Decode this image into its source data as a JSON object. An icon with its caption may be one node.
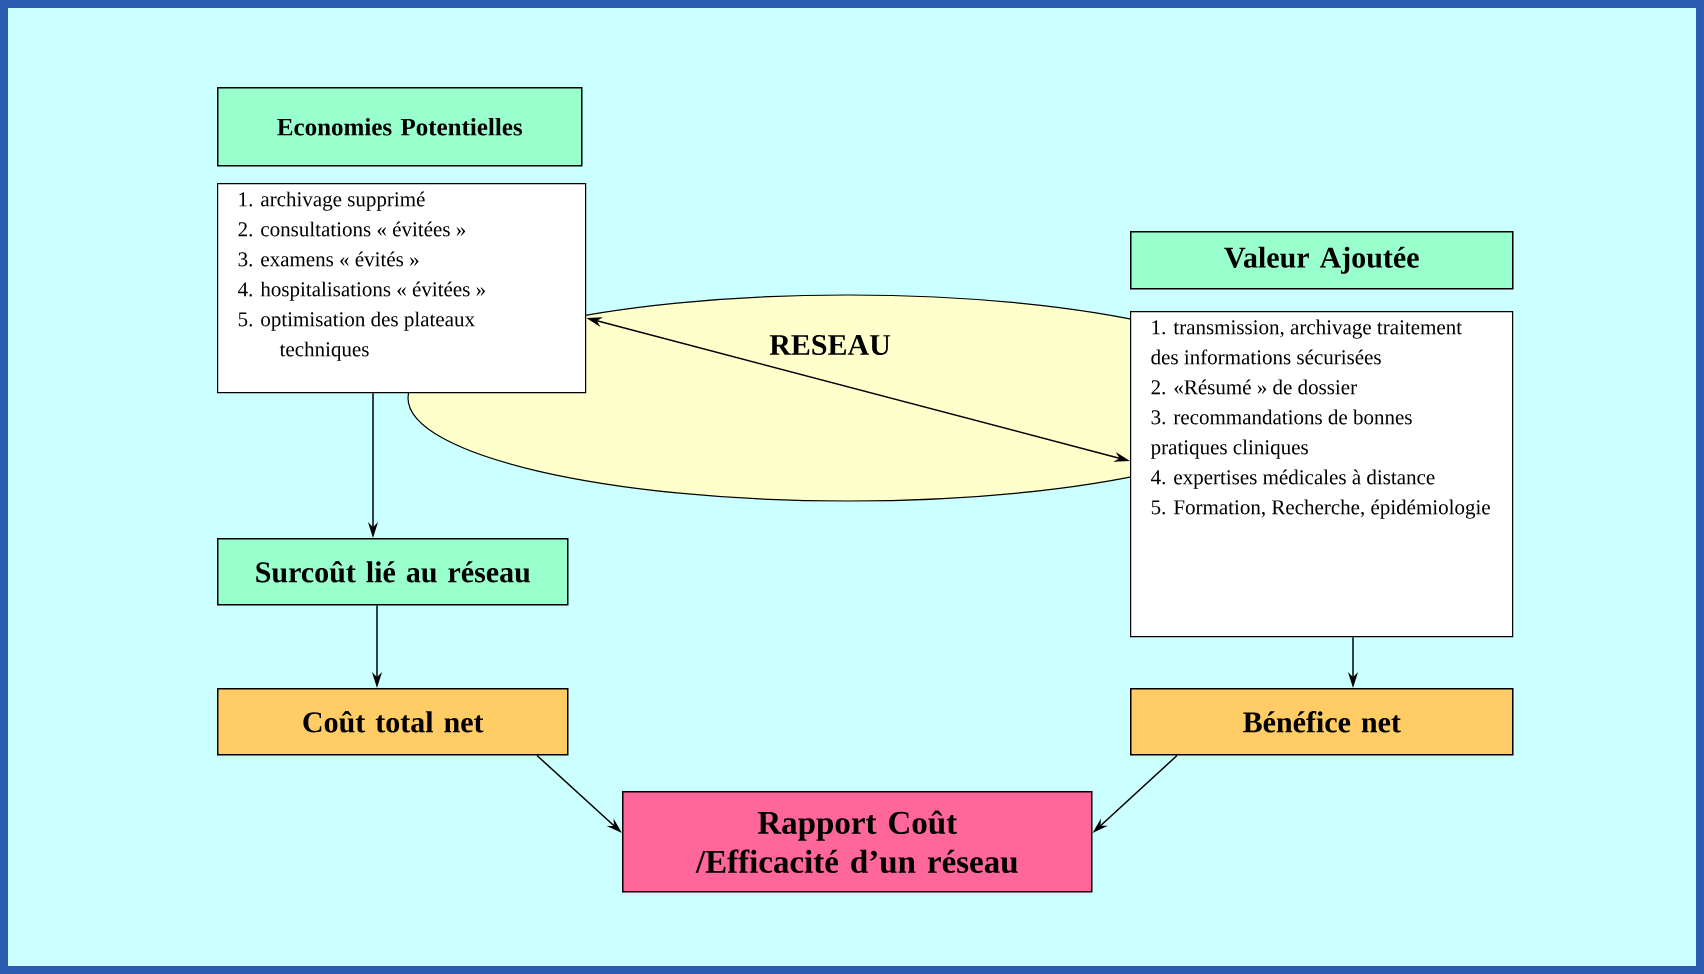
{
  "diagram": {
    "nodes": [
      {
        "text": [
          "Economies Potentielles"
        ]
      },
      {
        "text": [
          "1. archivage supprimé",
          "2. consultations « évitées »",
          "3. examens « évités »",
          "4. hospitalisations « évitées »",
          "5. optimisation des plateaux techniques"
        ]
      },
      {
        "text": [
          "RESEAU"
        ]
      },
      {
        "text": [
          "Valeur Ajoutée"
        ]
      },
      {
        "text": [
          "1. transmission, archivage traitement des informations sécurisées",
          "2. «Résumé » de dossier",
          "3. recommandations de bonnes pratiques cliniques",
          "4. expertises médicales à distance",
          "5. Formation, Recherche, épidémiologie"
        ]
      },
      {
        "text": [
          "Surcoût lié au réseau"
        ]
      },
      {
        "text": [
          "Coût total net"
        ]
      },
      {
        "text": [
          "Bénéfice net"
        ]
      },
      {
        "text": [
          "Rapport Coût /Efficacité d’un réseau"
        ]
      }
    ],
    "edges": [
      {
        "from": 1,
        "to": 4,
        "arrow": "both"
      },
      {
        "from": 1,
        "to": 5,
        "arrow": "to"
      },
      {
        "from": 5,
        "to": 6,
        "arrow": "to"
      },
      {
        "from": 4,
        "to": 7,
        "arrow": "to"
      },
      {
        "from": 6,
        "to": 8,
        "arrow": "to"
      },
      {
        "from": 7,
        "to": 8,
        "arrow": "to"
      }
    ]
  }
}
